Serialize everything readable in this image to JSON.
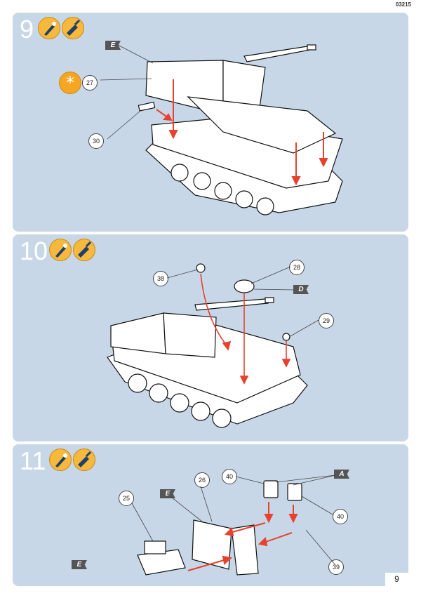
{
  "header": {
    "code": "03215"
  },
  "page_number": "9",
  "steps": [
    {
      "number": "9",
      "icons": [
        "paint-brush-icon",
        "paint-brush-icon"
      ],
      "glue_symbol": "*",
      "callouts": {
        "a": "27",
        "b": "30"
      },
      "flags": {
        "a": "E"
      }
    },
    {
      "number": "10",
      "icons": [
        "paint-brush-icon",
        "paint-brush-icon"
      ],
      "callouts": {
        "a": "38",
        "b": "28",
        "c": "29"
      },
      "flags": {
        "a": "D"
      }
    },
    {
      "number": "11",
      "icons": [
        "paint-brush-icon",
        "paint-brush-icon"
      ],
      "callouts": {
        "a": "25",
        "b": "26",
        "c": "40",
        "d": "40",
        "e": "39"
      },
      "flags": {
        "a": "E",
        "b": "E",
        "c": "A"
      }
    }
  ],
  "colors": {
    "panel": "#c8d7e8",
    "badge": "#f6b93b",
    "arrow": "#e8412c",
    "flag": "#555555"
  }
}
